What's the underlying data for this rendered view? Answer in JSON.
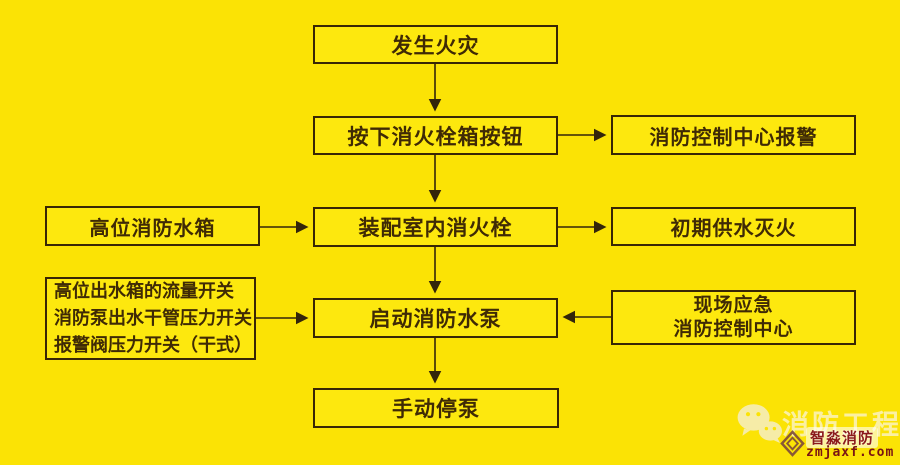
{
  "flowchart": {
    "nodes": {
      "start": {
        "label": "发生火灾"
      },
      "press": {
        "label": "按下消火栓箱按钮"
      },
      "alarm": {
        "label": "消防控制中心报警"
      },
      "tank": {
        "label": "高位消防水箱"
      },
      "hydrant": {
        "label": "装配室内消火栓"
      },
      "initial": {
        "label": "初期供水灭火"
      },
      "switches": {
        "lines": [
          "高位出水箱的流量开关",
          "消防泵出水干管压力开关",
          "报警阀压力开关（干式）"
        ]
      },
      "pump": {
        "label": "启动消防水泵"
      },
      "emergency": {
        "lines": [
          "现场应急",
          "消防控制中心"
        ]
      },
      "stop": {
        "label": "手动停泵"
      }
    },
    "edges": [
      "start->press",
      "press->alarm",
      "press->hydrant",
      "tank->hydrant",
      "hydrant->initial",
      "hydrant->pump",
      "switches->pump",
      "emergency->pump",
      "pump->stop"
    ]
  },
  "watermark": {
    "wechat_label": "消防工程",
    "brand": "智淼消防",
    "site": "zmjaxf.com"
  },
  "colors": {
    "background": "#FBE305",
    "box_fill": "#FDE80E",
    "box_border": "#382605",
    "text": "#3F2A05",
    "arrow": "#33250A",
    "watermark_pale": "#FAF3C6",
    "brand_red": "#8B1A1A"
  }
}
